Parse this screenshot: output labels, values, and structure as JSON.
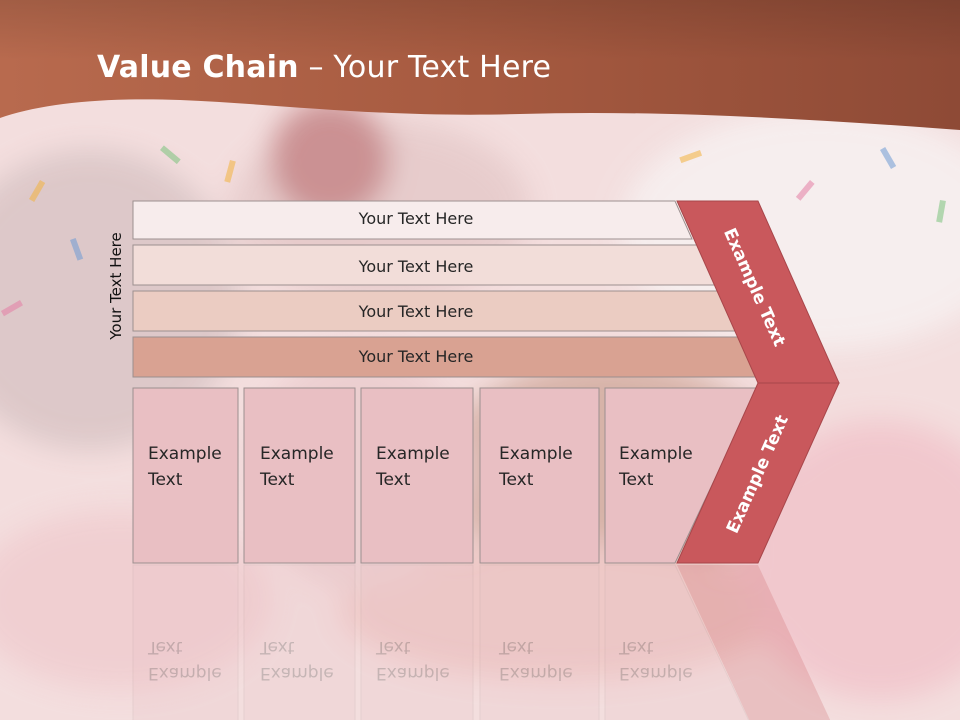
{
  "slide": {
    "title_bold": "Value Chain",
    "title_rest": " – Your Text Here",
    "side_label": "Your Text Here"
  },
  "support_bars": [
    {
      "label": "Your Text Here"
    },
    {
      "label": "Your Text Here"
    },
    {
      "label": "Your Text Here"
    },
    {
      "label": "Your Text Here"
    }
  ],
  "activity_boxes": [
    {
      "line1": "Example",
      "line2": "Text"
    },
    {
      "line1": "Example",
      "line2": "Text"
    },
    {
      "line1": "Example",
      "line2": "Text"
    },
    {
      "line1": "Example",
      "line2": "Text"
    },
    {
      "line1": "Example",
      "line2": "Text"
    }
  ],
  "margin_arrow": {
    "upper_label": "Example Text",
    "lower_label": "Example Text"
  },
  "colors": {
    "header": "#a65a40",
    "chevron": "#c9585c",
    "bar_fills": [
      "#f7ecec",
      "#f2ddd9",
      "#ebccc2",
      "#d9a292"
    ],
    "box_fill": "#e9bfc3"
  }
}
